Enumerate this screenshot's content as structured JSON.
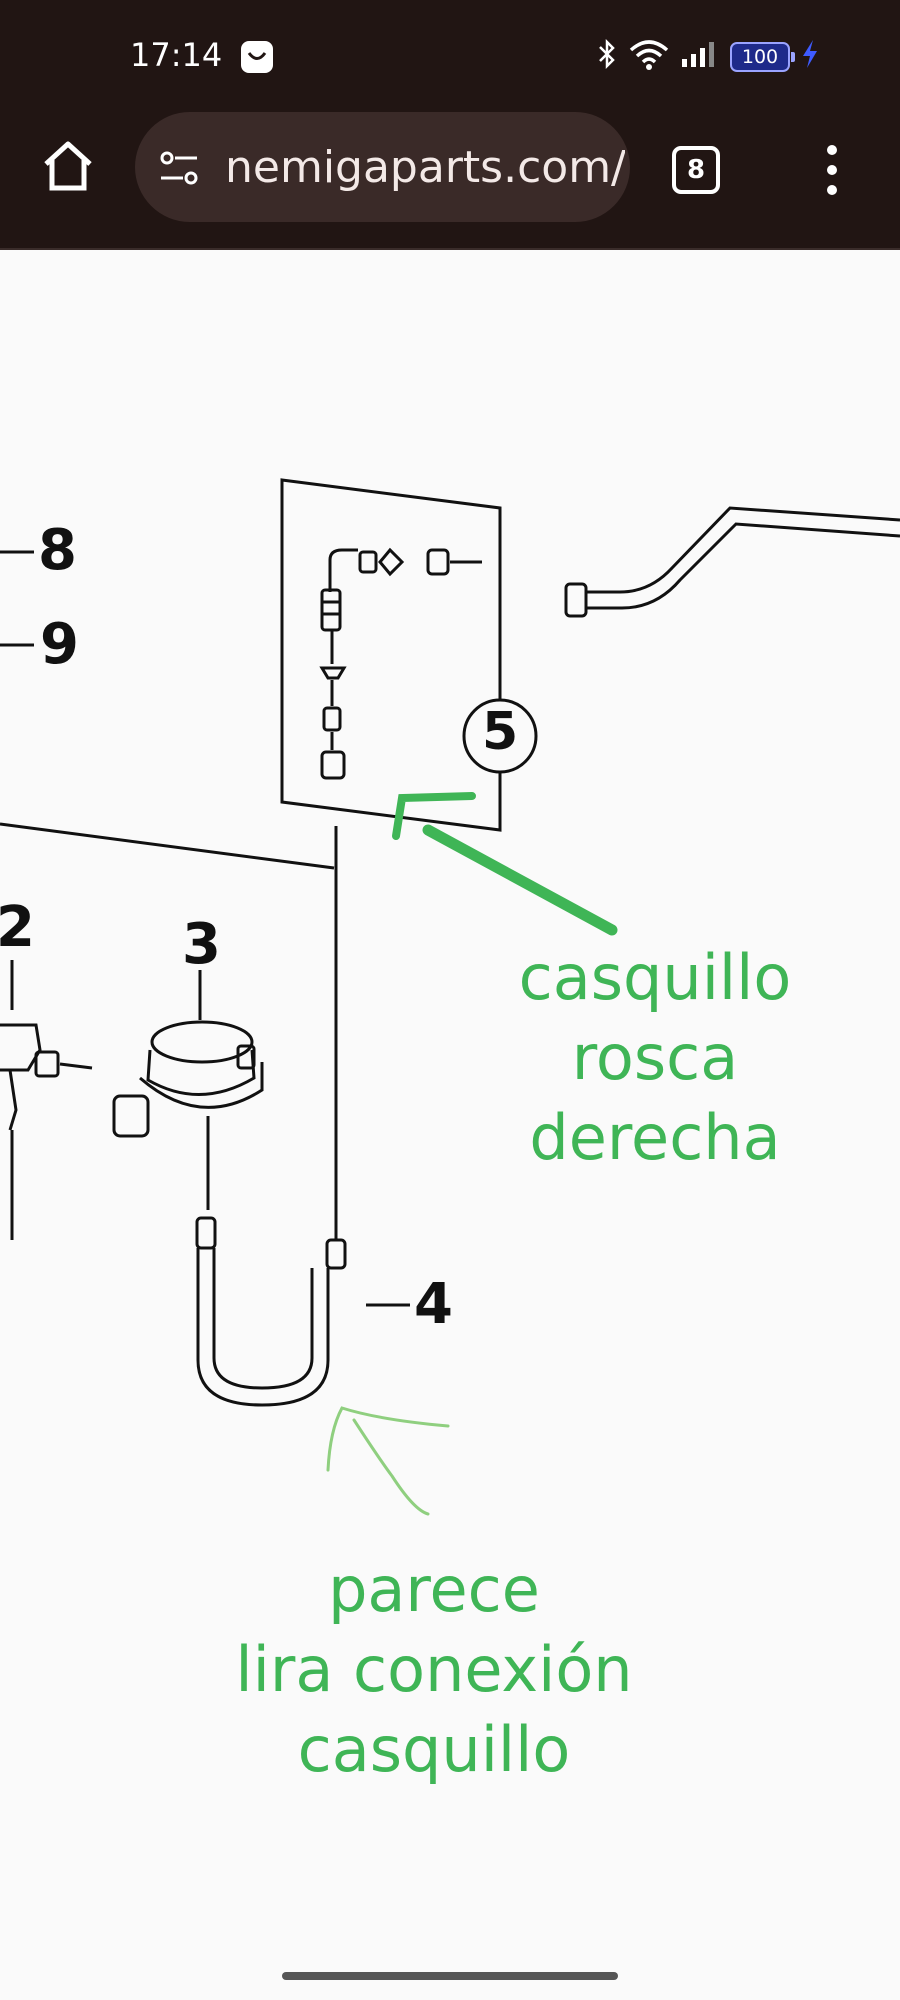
{
  "status_bar": {
    "time": "17:14",
    "battery": "100",
    "icons": [
      "notification-app-icon",
      "bluetooth-icon",
      "wifi-icon",
      "signal-icon",
      "battery-icon",
      "charging-icon"
    ]
  },
  "browser": {
    "url": "nemigaparts.com/",
    "tab_count": "8",
    "icons": [
      "home-icon",
      "site-info-icon",
      "more-icon"
    ]
  },
  "diagram": {
    "callouts": [
      "8",
      "9",
      "5",
      "2",
      "3",
      "4"
    ]
  },
  "annotations": {
    "top": {
      "lines": [
        "casquillo",
        "rosca",
        "derecha"
      ]
    },
    "bottom": {
      "lines": [
        "parece",
        "lira conexión",
        "casquillo"
      ]
    },
    "color": "#3fb556"
  }
}
